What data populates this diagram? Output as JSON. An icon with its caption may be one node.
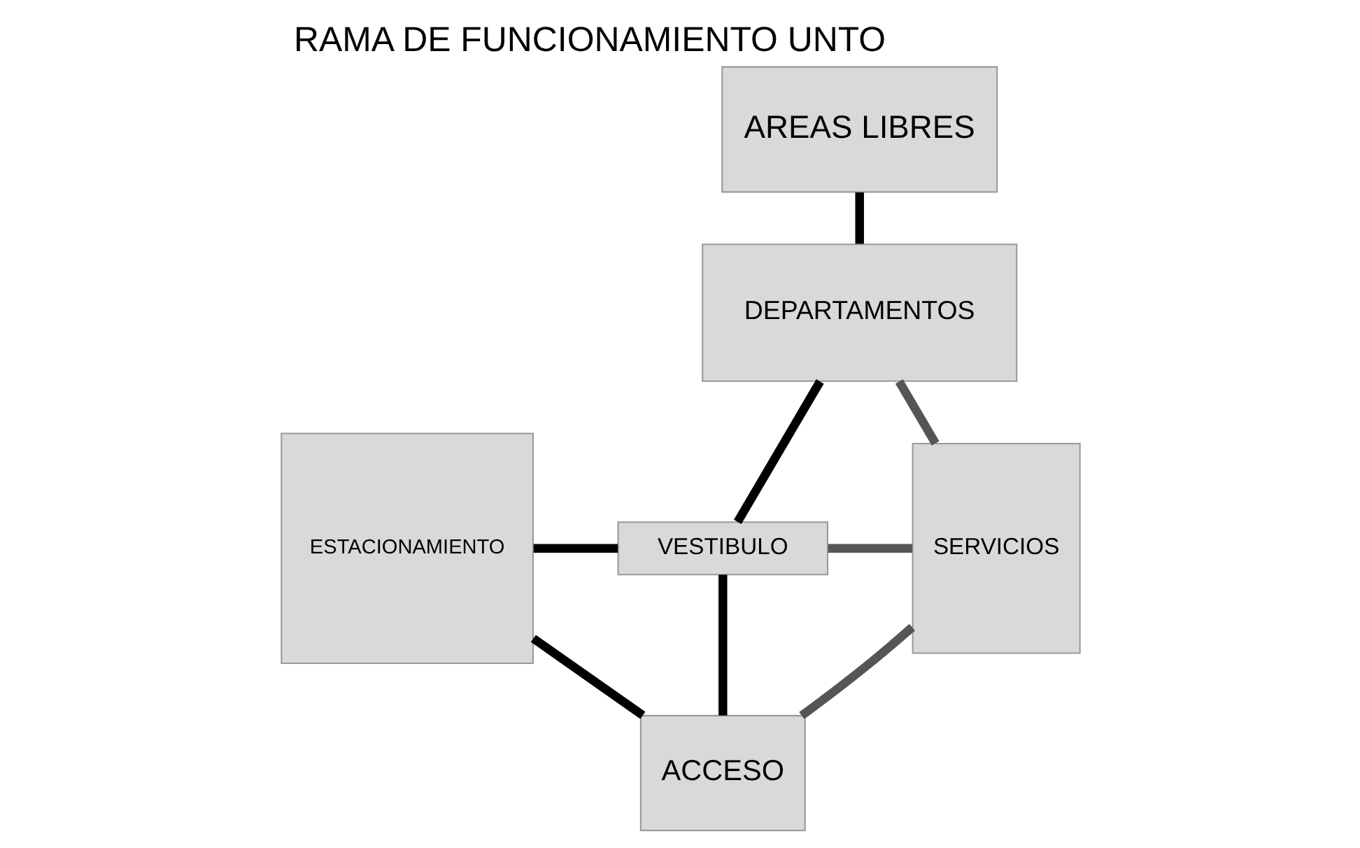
{
  "diagram": {
    "title": "RAMA DE FUNCIONAMIENTO UNTO",
    "nodes": [
      {
        "text": [
          "AREAS LIBRES"
        ]
      },
      {
        "text": [
          "DEPARTAMENTOS"
        ]
      },
      {
        "text": [
          "ESTACIONAMIENTO"
        ]
      },
      {
        "text": [
          "SERVICIOS"
        ]
      },
      {
        "text": [
          "VESTIBULO"
        ]
      },
      {
        "text": [
          "ACCESO"
        ]
      }
    ],
    "edges": [
      {
        "from": 0,
        "to": 1,
        "arrow": "none"
      },
      {
        "from": 1,
        "to": 4,
        "arrow": "none"
      },
      {
        "from": 1,
        "to": 3,
        "arrow": "none",
        "color": "#555555"
      },
      {
        "from": 2,
        "to": 4,
        "arrow": "none"
      },
      {
        "from": 4,
        "to": 3,
        "arrow": "none",
        "color": "#555555"
      },
      {
        "from": 4,
        "to": 5,
        "arrow": "none"
      },
      {
        "from": 2,
        "to": 5,
        "arrow": "none"
      },
      {
        "from": 5,
        "to": 3,
        "arrow": "none",
        "color": "#555555"
      }
    ]
  }
}
